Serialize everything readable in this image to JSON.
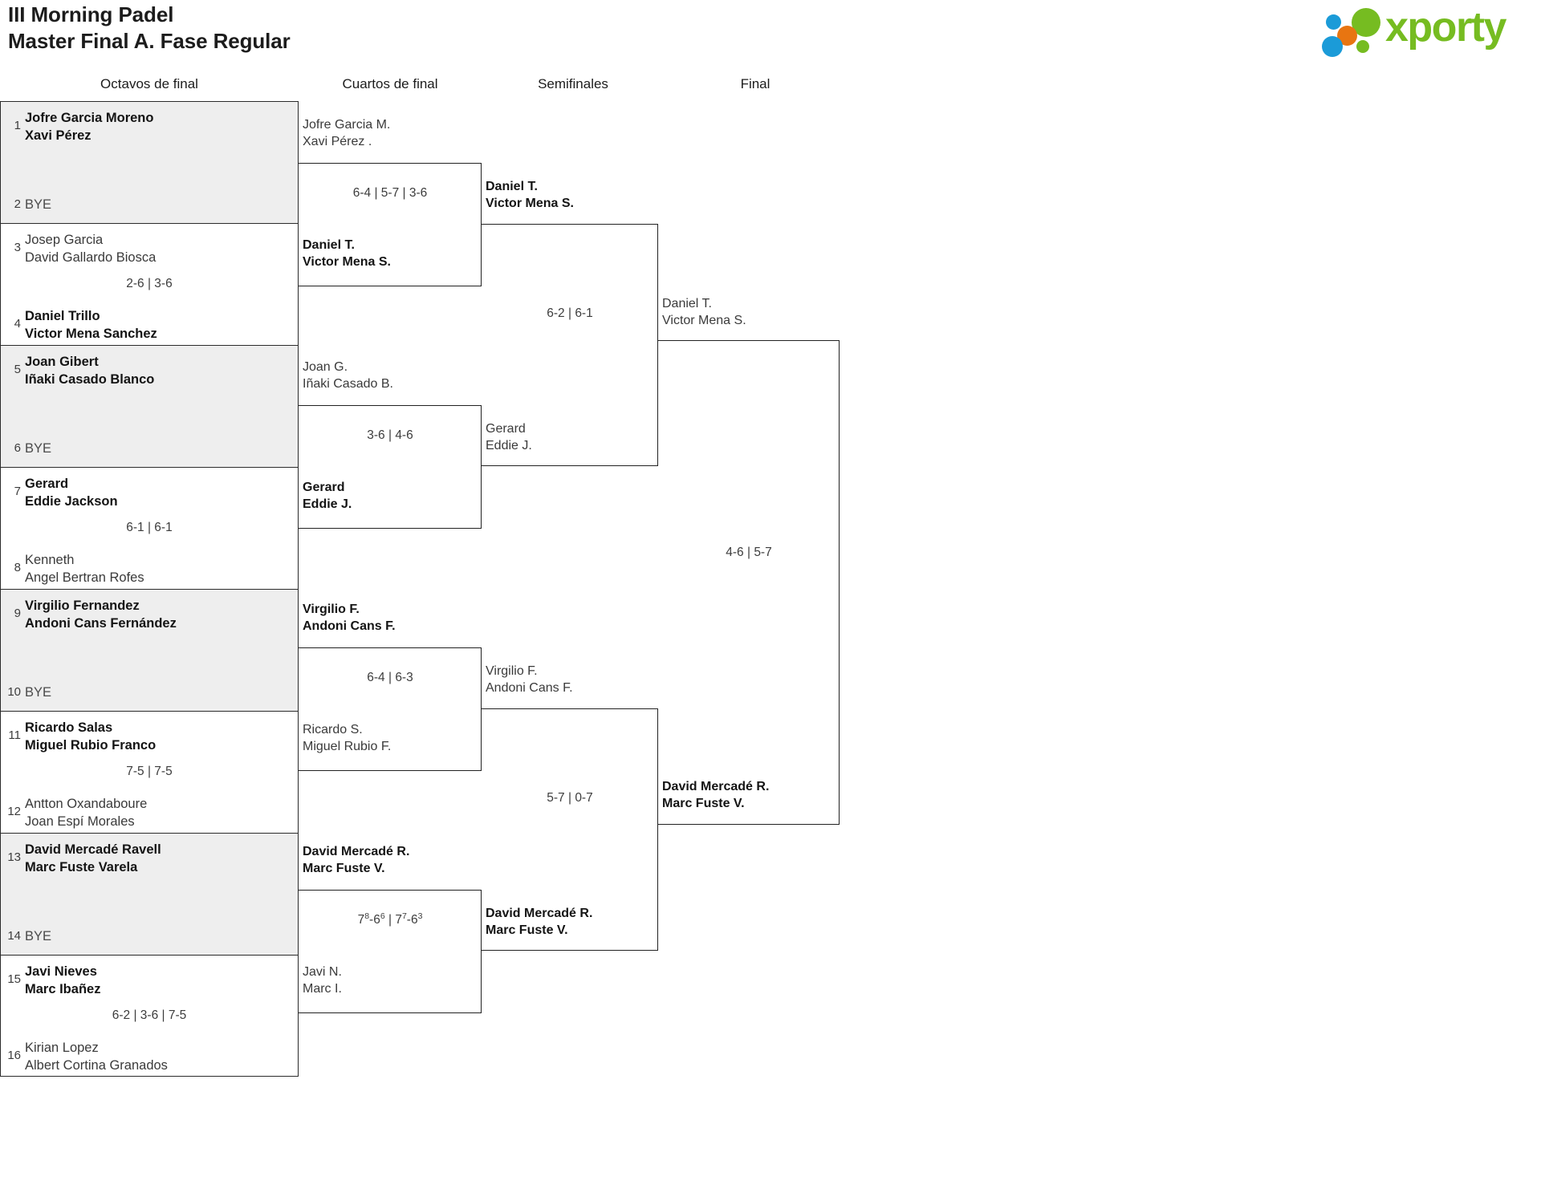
{
  "header": {
    "title_line1": "III Morning Padel",
    "title_line2": "Master Final A. Fase Regular",
    "logo_text": "xporty",
    "logo_colors": {
      "green": "#76bc21",
      "blue": "#1b9bd8",
      "orange": "#e87511"
    }
  },
  "rounds": [
    {
      "label": "Octavos de final"
    },
    {
      "label": "Cuartos de final"
    },
    {
      "label": "Semifinales"
    },
    {
      "label": "Final"
    }
  ],
  "round1": [
    {
      "top": {
        "seed": "1",
        "p1": "Jofre Garcia Moreno",
        "p2": "Xavi Pérez",
        "winner": true
      },
      "bottom": {
        "seed": "2",
        "bye": "BYE"
      },
      "score": "",
      "shaded": true
    },
    {
      "top": {
        "seed": "3",
        "p1": "Josep Garcia",
        "p2": "David Gallardo Biosca",
        "winner": false
      },
      "bottom": {
        "seed": "4",
        "p1": "Daniel Trillo",
        "p2": "Victor Mena Sanchez",
        "winner": true
      },
      "score": "2-6 | 3-6",
      "shaded": false
    },
    {
      "top": {
        "seed": "5",
        "p1": "Joan Gibert",
        "p2": "Iñaki Casado Blanco",
        "winner": true
      },
      "bottom": {
        "seed": "6",
        "bye": "BYE"
      },
      "score": "",
      "shaded": true
    },
    {
      "top": {
        "seed": "7",
        "p1": "Gerard",
        "p2": "Eddie Jackson",
        "winner": true
      },
      "bottom": {
        "seed": "8",
        "p1": "Kenneth",
        "p2": "Angel Bertran Rofes",
        "winner": false
      },
      "score": "6-1 | 6-1",
      "shaded": false
    },
    {
      "top": {
        "seed": "9",
        "p1": "Virgilio Fernandez",
        "p2": "Andoni Cans Fernández",
        "winner": true
      },
      "bottom": {
        "seed": "10",
        "bye": "BYE"
      },
      "score": "",
      "shaded": true
    },
    {
      "top": {
        "seed": "11",
        "p1": "Ricardo Salas",
        "p2": "Miguel Rubio Franco",
        "winner": true
      },
      "bottom": {
        "seed": "12",
        "p1": "Antton Oxandaboure",
        "p2": "Joan Espí Morales",
        "winner": false
      },
      "score": "7-5 | 7-5",
      "shaded": false
    },
    {
      "top": {
        "seed": "13",
        "p1": "David Mercadé Ravell",
        "p2": "Marc Fuste Varela",
        "winner": true
      },
      "bottom": {
        "seed": "14",
        "bye": "BYE"
      },
      "score": "",
      "shaded": true
    },
    {
      "top": {
        "seed": "15",
        "p1": "Javi Nieves",
        "p2": "Marc Ibañez",
        "winner": true
      },
      "bottom": {
        "seed": "16",
        "p1": "Kirian Lopez",
        "p2": "Albert Cortina Granados",
        "winner": false
      },
      "score": "6-2 | 3-6 | 7-5",
      "shaded": false
    }
  ],
  "round2": [
    {
      "top": {
        "p1": "Jofre Garcia M.",
        "p2": "Xavi Pérez .",
        "winner": false
      },
      "bottom": {
        "p1": "Daniel T.",
        "p2": "Victor Mena S.",
        "winner": true
      },
      "score": "6-4 | 5-7 | 3-6"
    },
    {
      "top": {
        "p1": "Joan G.",
        "p2": "Iñaki Casado B.",
        "winner": false
      },
      "bottom": {
        "p1": "Gerard",
        "p2": "Eddie J.",
        "winner": true
      },
      "score": "3-6 | 4-6"
    },
    {
      "top": {
        "p1": "Virgilio F.",
        "p2": "Andoni Cans F.",
        "winner": true
      },
      "bottom": {
        "p1": "Ricardo S.",
        "p2": "Miguel Rubio F.",
        "winner": false
      },
      "score": "6-4 | 6-3"
    },
    {
      "top": {
        "p1": "David Mercadé R.",
        "p2": "Marc Fuste V.",
        "winner": true
      },
      "bottom": {
        "p1": "Javi N.",
        "p2": "Marc I.",
        "winner": false
      },
      "score": "7<sup>8</sup>-6<sup>6</sup> | 7<sup>7</sup>-6<sup>3</sup>"
    }
  ],
  "round3": [
    {
      "top": {
        "p1": "Daniel T.",
        "p2": "Victor Mena S.",
        "winner": true
      },
      "bottom": {
        "p1": "Gerard",
        "p2": "Eddie J.",
        "winner": false
      },
      "score": "6-2 | 6-1"
    },
    {
      "top": {
        "p1": "Virgilio F.",
        "p2": "Andoni Cans F.",
        "winner": false
      },
      "bottom": {
        "p1": "David Mercadé R.",
        "p2": "Marc Fuste V.",
        "winner": true
      },
      "score": "5-7 | 0-7"
    }
  ],
  "round4": [
    {
      "top": {
        "p1": "Daniel T.",
        "p2": "Victor Mena S.",
        "winner": false
      },
      "bottom": {
        "p1": "David Mercadé R.",
        "p2": "Marc Fuste V.",
        "winner": true
      },
      "score": "4-6 | 5-7"
    }
  ]
}
